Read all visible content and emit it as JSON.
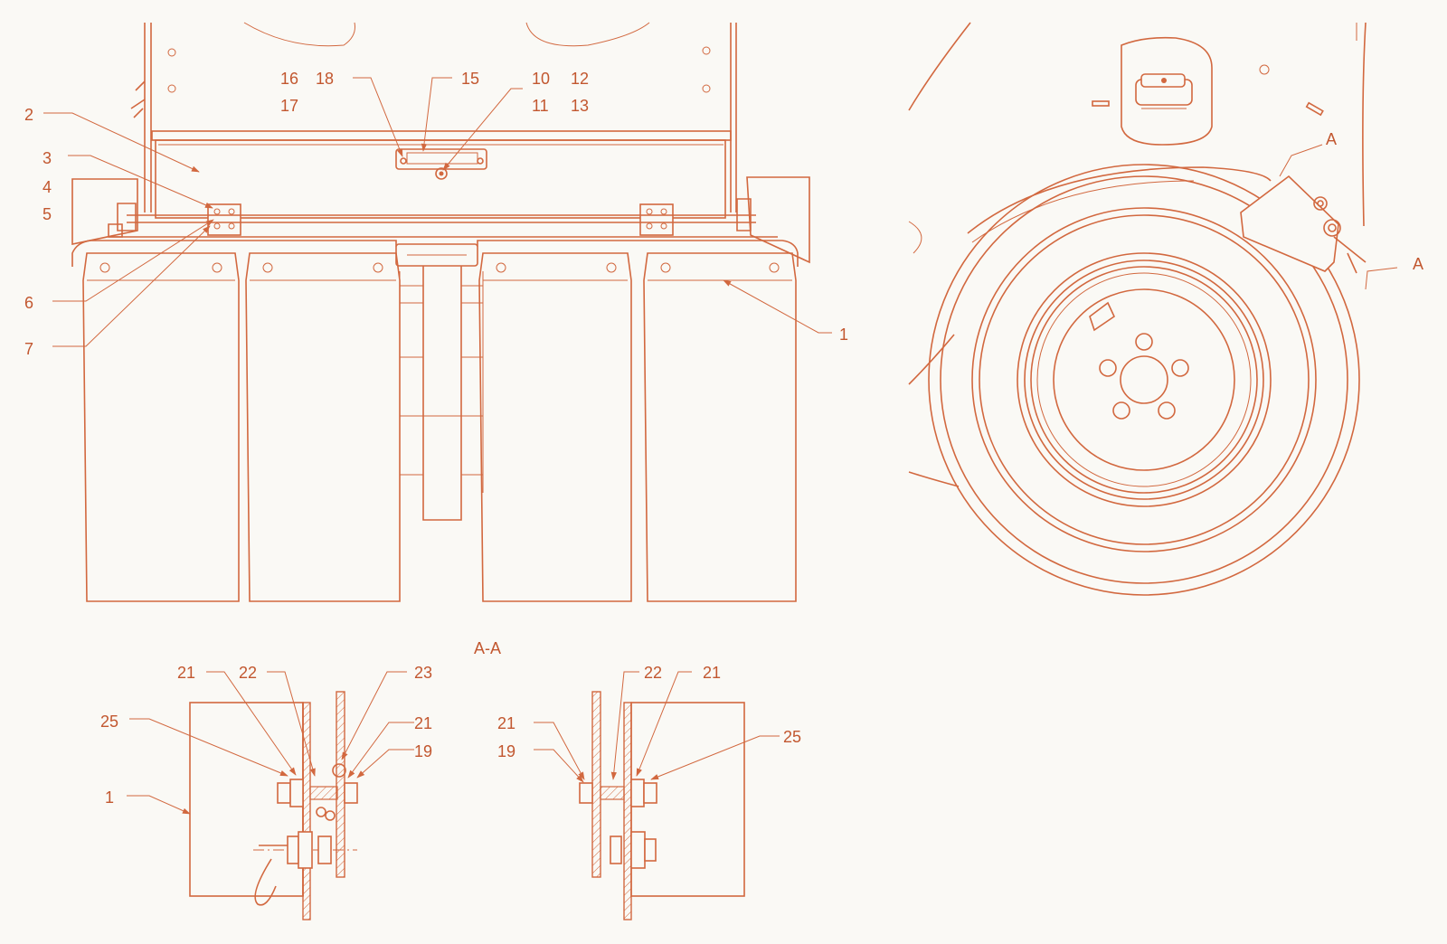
{
  "colors": {
    "line": "#d2683f",
    "text": "#c2572f",
    "background": "#faf9f5"
  },
  "section_title": "A-A",
  "section_marker": "A",
  "callouts": {
    "c1": "1",
    "c2": "2",
    "c3": "3",
    "c4": "4",
    "c5": "5",
    "c6": "6",
    "c7": "7",
    "c10": "10",
    "c11": "11",
    "c12": "12",
    "c13": "13",
    "c15": "15",
    "c16": "16",
    "c17": "17",
    "c18": "18",
    "c19": "19",
    "c21": "21",
    "c22": "22",
    "c23": "23",
    "c25": "25"
  }
}
